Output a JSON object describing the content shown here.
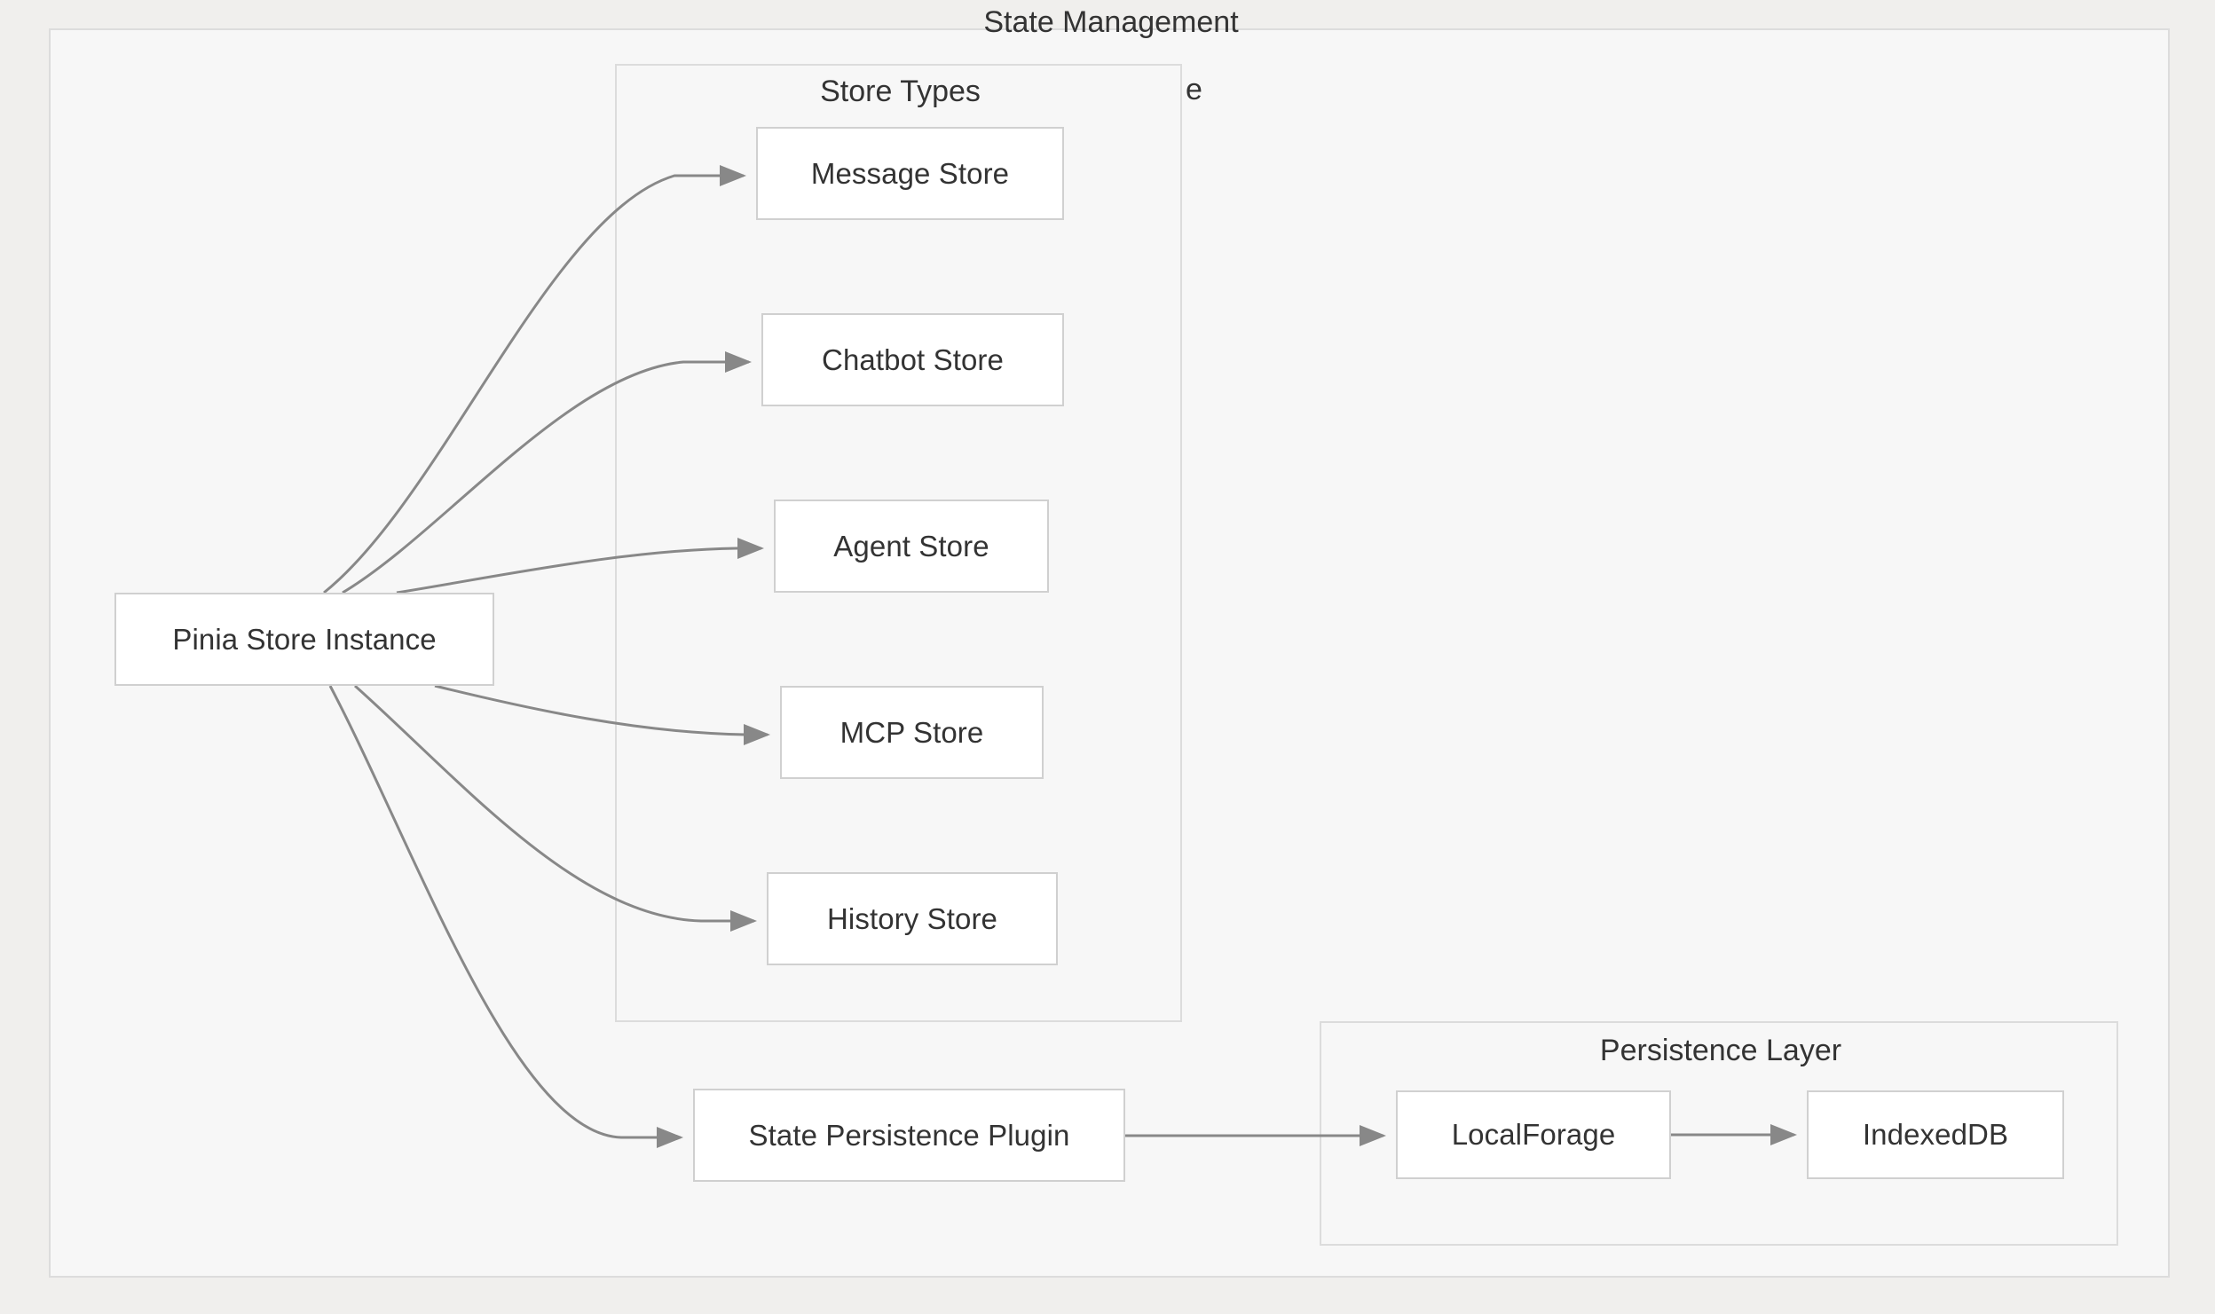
{
  "diagram": {
    "type": "flowchart",
    "title": "State Management",
    "background_color": "#f0efed",
    "container_color": "#f7f7f7",
    "border_color": "#dcdcdc",
    "node_fill": "#ffffff",
    "node_border": "#d0d0d0",
    "text_color": "#333333",
    "edge_color": "#888888"
  },
  "outer": {
    "title": "State Management"
  },
  "subgraphs": [
    {
      "id": "store-types",
      "title": "Store Types"
    },
    {
      "id": "persistence-layer",
      "title": "Persistence Layer"
    }
  ],
  "stray_glyph": "e",
  "nodes": {
    "pinia": "Pinia Store Instance",
    "message_store": "Message Store",
    "chatbot_store": "Chatbot Store",
    "agent_store": "Agent Store",
    "mcp_store": "MCP Store",
    "history_store": "History Store",
    "state_plugin": "State Persistence Plugin",
    "localforage": "LocalForage",
    "indexeddb": "IndexedDB"
  },
  "edges": [
    {
      "from": "pinia",
      "to": "message_store",
      "label": ""
    },
    {
      "from": "pinia",
      "to": "chatbot_store",
      "label": ""
    },
    {
      "from": "pinia",
      "to": "agent_store",
      "label": ""
    },
    {
      "from": "pinia",
      "to": "mcp_store",
      "label": ""
    },
    {
      "from": "pinia",
      "to": "history_store",
      "label": ""
    },
    {
      "from": "pinia",
      "to": "state_plugin",
      "label": ""
    },
    {
      "from": "state_plugin",
      "to": "localforage",
      "label": ""
    },
    {
      "from": "localforage",
      "to": "indexeddb",
      "label": ""
    }
  ]
}
